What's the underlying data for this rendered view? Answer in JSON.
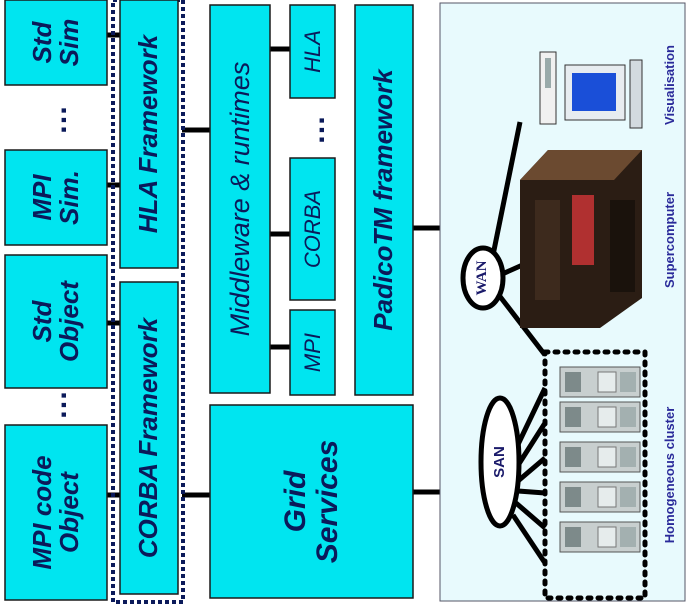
{
  "applications": {
    "mpi_code_object": [
      "MPI code",
      "Object"
    ],
    "std_object": [
      "Std",
      "Object"
    ],
    "mpi_sim": [
      "MPI",
      "Sim."
    ],
    "std_sim": [
      "Std",
      "Sim"
    ],
    "ellipsis": "…"
  },
  "frameworks": {
    "corba": "CORBA Framework",
    "hla": "HLA Framework"
  },
  "middleware": {
    "title": "Middleware & runtimes",
    "mpi": "MPI",
    "corba": "CORBA",
    "hla": "HLA",
    "ellipsis": "…",
    "padico": "PadicoTM framework"
  },
  "grid_services": [
    "Grid",
    "Services"
  ],
  "hardware": {
    "san": "SAN",
    "wan": "WAN",
    "homogeneous_cluster": "Homogeneous cluster",
    "supercomputer": "Supercomputer",
    "visualisation": "Visualisation"
  },
  "colors": {
    "box_fill": "#00e5f0",
    "panel_fill": "#e8fafd",
    "text": "#0b1a5a",
    "label_text": "#2a2a9a",
    "line": "#000000"
  }
}
